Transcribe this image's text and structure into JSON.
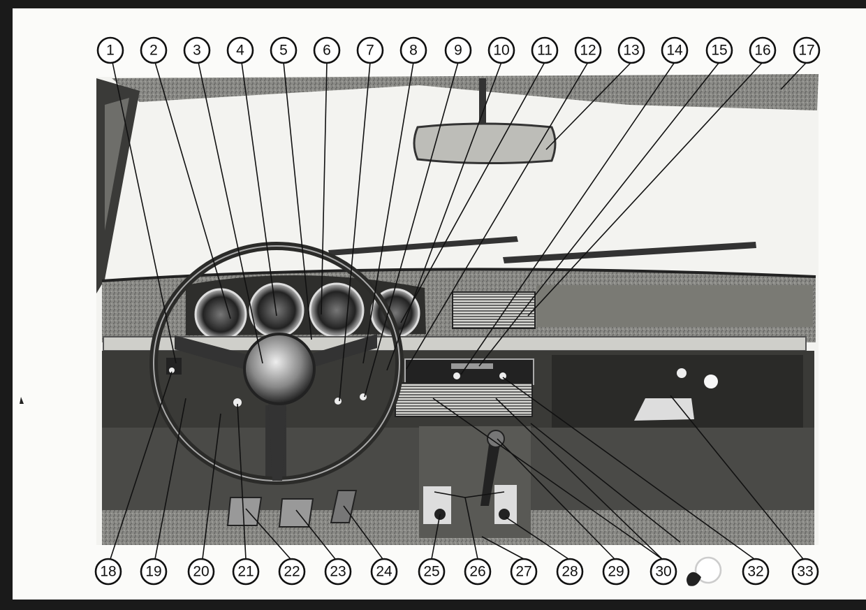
{
  "diagram": {
    "type": "labeled-illustration",
    "subject": "car dashboard interior",
    "callouts_top": [
      "1",
      "2",
      "3",
      "4",
      "5",
      "6",
      "7",
      "8",
      "9",
      "10",
      "11",
      "12",
      "13",
      "14",
      "15",
      "16",
      "17"
    ],
    "callouts_bottom": [
      "18",
      "19",
      "20",
      "21",
      "22",
      "23",
      "24",
      "25",
      "26",
      "27",
      "28",
      "29",
      "30",
      "32",
      "33"
    ]
  }
}
